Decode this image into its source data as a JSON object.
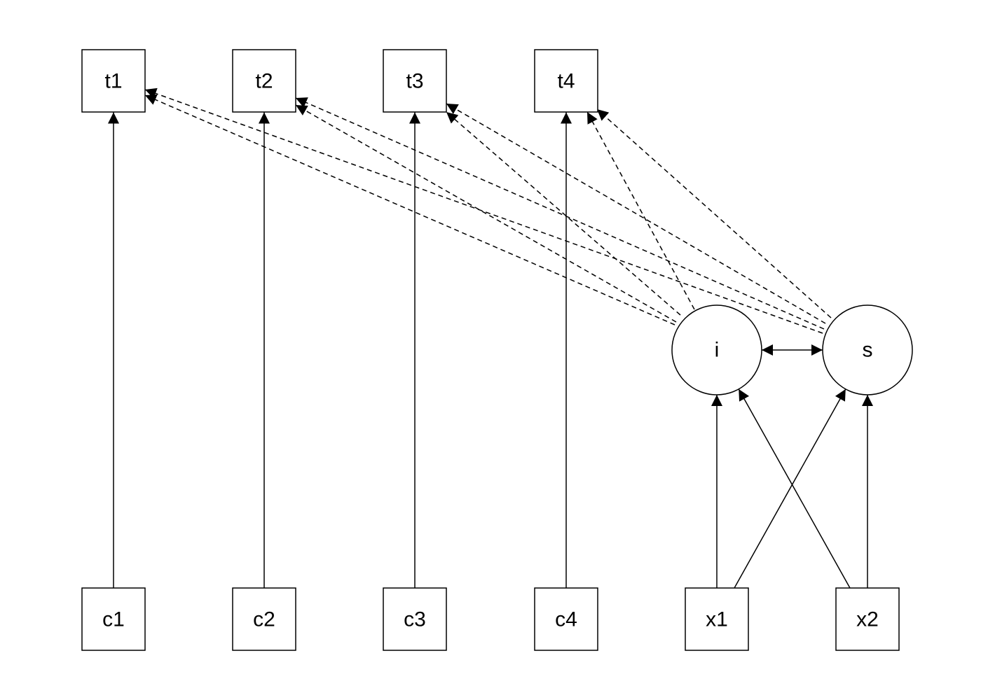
{
  "nodes": {
    "t1": "t1",
    "t2": "t2",
    "t3": "t3",
    "t4": "t4",
    "c1": "c1",
    "c2": "c2",
    "c3": "c3",
    "c4": "c4",
    "x1": "x1",
    "x2": "x2",
    "i": "i",
    "s": "s"
  },
  "edges": [
    {
      "from": "c1",
      "to": "t1",
      "style": "solid"
    },
    {
      "from": "c2",
      "to": "t2",
      "style": "solid"
    },
    {
      "from": "c3",
      "to": "t3",
      "style": "solid"
    },
    {
      "from": "c4",
      "to": "t4",
      "style": "solid"
    },
    {
      "from": "i",
      "to": "t1",
      "style": "dashed"
    },
    {
      "from": "i",
      "to": "t2",
      "style": "dashed"
    },
    {
      "from": "i",
      "to": "t3",
      "style": "dashed"
    },
    {
      "from": "i",
      "to": "t4",
      "style": "dashed"
    },
    {
      "from": "s",
      "to": "t1",
      "style": "dashed"
    },
    {
      "from": "s",
      "to": "t2",
      "style": "dashed"
    },
    {
      "from": "s",
      "to": "t3",
      "style": "dashed"
    },
    {
      "from": "s",
      "to": "t4",
      "style": "dashed"
    },
    {
      "from": "x1",
      "to": "i",
      "style": "solid"
    },
    {
      "from": "x1",
      "to": "s",
      "style": "solid"
    },
    {
      "from": "x2",
      "to": "i",
      "style": "solid"
    },
    {
      "from": "x2",
      "to": "s",
      "style": "solid"
    },
    {
      "from": "i",
      "to": "s",
      "style": "solid",
      "bidirectional": true
    }
  ]
}
